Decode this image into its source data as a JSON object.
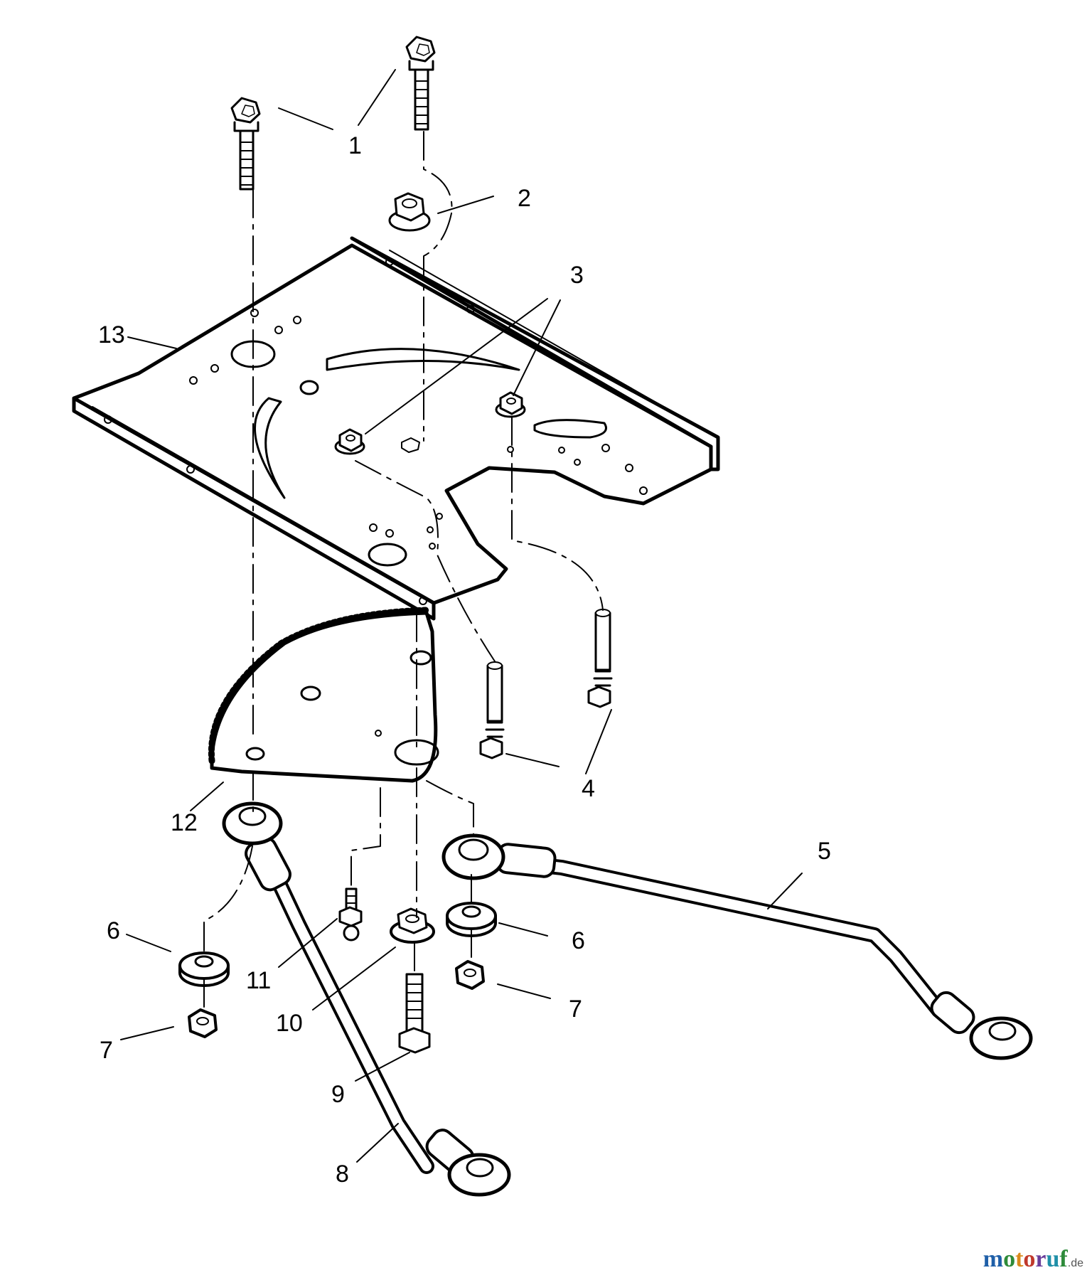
{
  "callouts": [
    "1",
    "2",
    "3",
    "4",
    "5",
    "6",
    "6",
    "7",
    "7",
    "8",
    "9",
    "10",
    "11",
    "12",
    "13"
  ],
  "watermark": {
    "letters": [
      "m",
      "o",
      "t",
      "o",
      "r",
      "u",
      "f"
    ],
    "letter_colors": [
      "#1f5fa8",
      "#2e8b3a",
      "#d98a1c",
      "#c0392b",
      "#6a3d9a",
      "#1f8fa8",
      "#2e8b3a"
    ],
    "suffix": ".de"
  },
  "colors": {
    "line": "#000000",
    "background": "#ffffff"
  }
}
